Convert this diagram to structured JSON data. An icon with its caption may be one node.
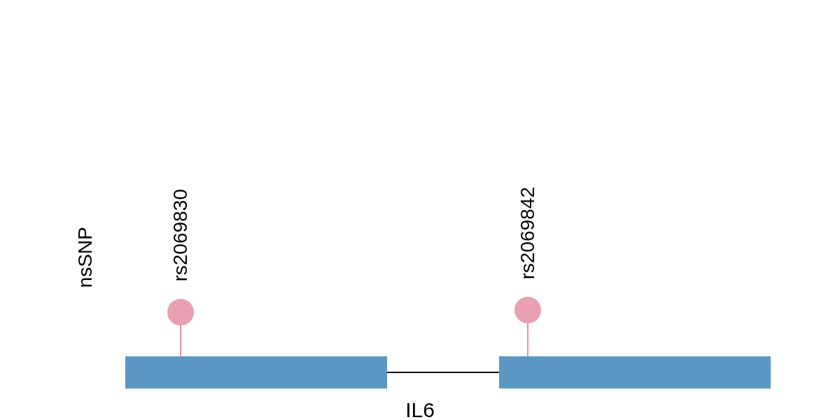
{
  "diagram": {
    "nodes": [
      {
        "text": [],
        "shape": "circle",
        "beside": [
          "rs2069830"
        ]
      },
      {
        "text": [],
        "shape": "circle",
        "beside": [
          "rs2069842"
        ]
      },
      {
        "text": [],
        "shape": "bar"
      },
      {
        "text": [],
        "shape": "bar"
      }
    ],
    "edges": [
      {
        "from": 0,
        "to": 2,
        "arrow": "none",
        "color": "#e88fa6"
      },
      {
        "from": 1,
        "to": 3,
        "arrow": "none",
        "color": "#e88fa6"
      },
      {
        "from": 2,
        "to": 3,
        "arrow": "none",
        "color": "#000000"
      }
    ],
    "labels": [
      "nsSNP",
      "IL6"
    ]
  }
}
